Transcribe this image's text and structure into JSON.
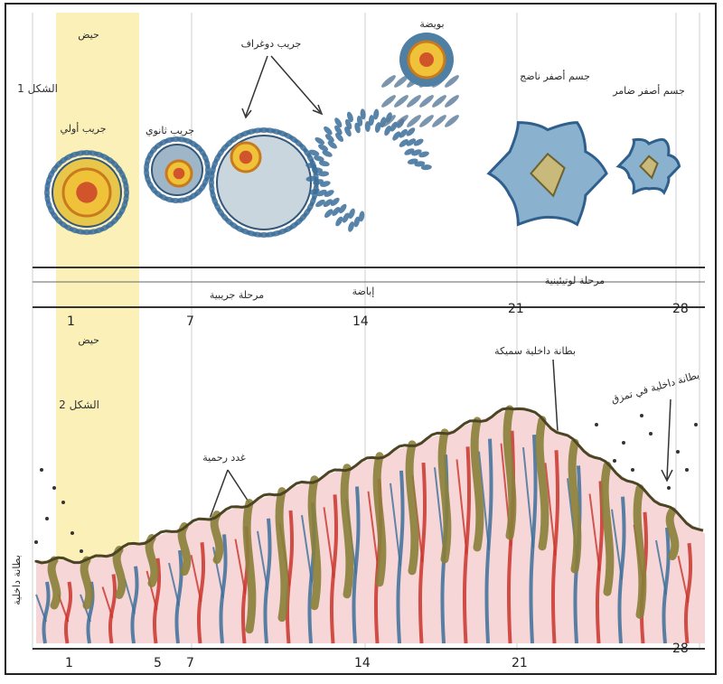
{
  "figure1": {
    "label": "الشكل 1",
    "menses": "حيض",
    "follicles": {
      "primary": "جريب أولي",
      "secondary": "جريب ثانوي",
      "graafian": "جريب دوغراف"
    },
    "ovule": "بويضة",
    "corpus_mature": "جسم أصفر ناضج",
    "corpus_regressed": "جسم أصفر ضامر",
    "phases": {
      "follicular": "مرحلة جريبية",
      "ovulation": "إباضة",
      "luteal": "مرحلة لوتيئينية"
    },
    "days": [
      "1",
      "7",
      "14",
      "21",
      "28"
    ]
  },
  "figure2": {
    "label": "الشكل 2",
    "menses": "حيض",
    "glands": "غدد رحمية",
    "thick_lining": "بطانة داخلية سميكة",
    "shedding_lining": "بطانة داخلية في تمزق",
    "side_label": "بطانة داخلية",
    "days": [
      "1",
      "5",
      "7",
      "14",
      "21",
      "28"
    ]
  },
  "colors": {
    "menses_band": "#fbf1b8",
    "blue_cells": "#3c6f9a",
    "red_vessel": "#c9342b",
    "gland_olive": "#8a7f3a",
    "tissue_pink": "#f6d6d6"
  }
}
